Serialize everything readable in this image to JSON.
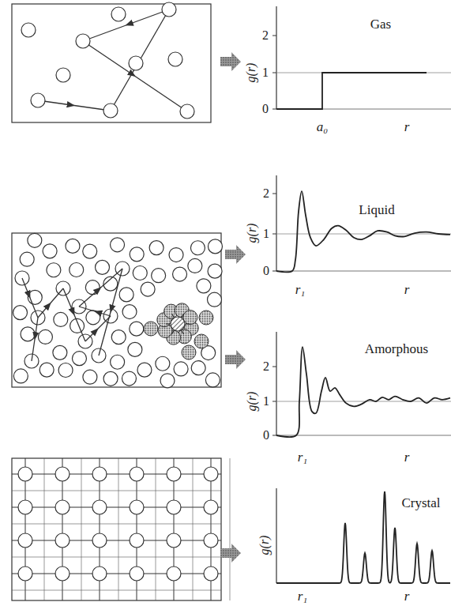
{
  "diagram": {
    "labels": [
      "Gas",
      "2",
      "1",
      "0",
      "g(r)",
      "a₀",
      "r",
      "Liquid",
      "2",
      "1",
      "0",
      "g(r)",
      "r₁",
      "r",
      "Amorphous",
      "2",
      "1",
      "0",
      "g(r)",
      "r₁",
      "r",
      "Crystal",
      "g(r)",
      "r₁",
      "r"
    ]
  }
}
